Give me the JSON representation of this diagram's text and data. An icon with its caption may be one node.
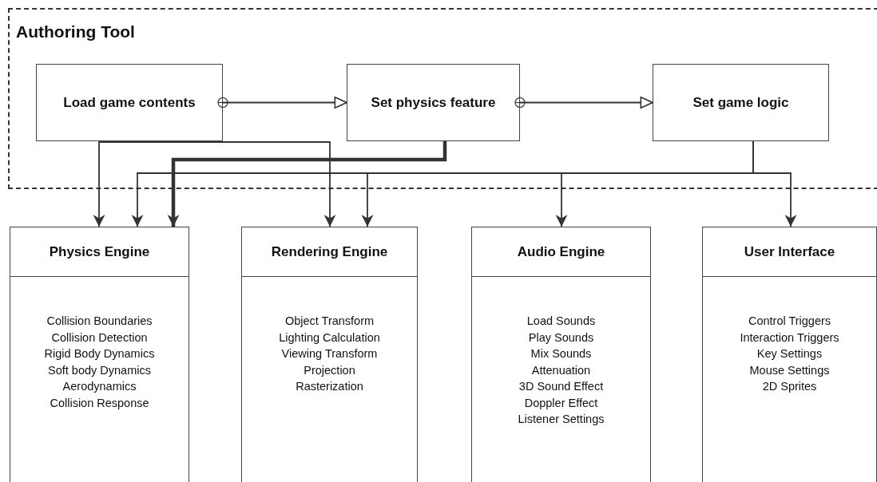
{
  "diagram": {
    "nodes": [
      {
        "text": [
          "Authoring Tool"
        ]
      },
      {
        "text": [
          "Load game contents"
        ],
        "in": 0
      },
      {
        "text": [
          "Set physics feature"
        ],
        "in": 0
      },
      {
        "text": [
          "Set game logic"
        ],
        "in": 0
      },
      {
        "text": [
          "Physics Engine",
          "Collision Boundaries",
          "Collision Detection",
          "Rigid Body Dynamics",
          "Soft body Dynamics",
          "Aerodynamics",
          "Collision Response"
        ]
      },
      {
        "text": [
          "Rendering Engine",
          "Object Transform",
          "Lighting Calculation",
          "Viewing Transform",
          "Projection",
          "Rasterization"
        ]
      },
      {
        "text": [
          "Audio Engine",
          "Load Sounds",
          "Play Sounds",
          "Mix Sounds",
          "Attenuation",
          "3D  Sound Effect",
          "Doppler Effect",
          "Listener Settings"
        ]
      },
      {
        "text": [
          "User Interface",
          "Control Triggers",
          "Interaction Triggers",
          "Key Settings",
          "Mouse Settings",
          "2D Sprites"
        ]
      }
    ],
    "edges": [
      {
        "from": 1,
        "to": 2,
        "arrow": "to"
      },
      {
        "from": 2,
        "to": 3,
        "arrow": "to"
      },
      {
        "from": 1,
        "to": 4,
        "arrow": "to"
      },
      {
        "from": 1,
        "to": 5,
        "arrow": "to"
      },
      {
        "from": 2,
        "to": 4,
        "arrow": "to",
        "style": "thick"
      },
      {
        "from": 3,
        "to": 4,
        "arrow": "to"
      },
      {
        "from": 3,
        "to": 5,
        "arrow": "to"
      },
      {
        "from": 3,
        "to": 6,
        "arrow": "to"
      },
      {
        "from": 3,
        "to": 7,
        "arrow": "to"
      }
    ]
  }
}
